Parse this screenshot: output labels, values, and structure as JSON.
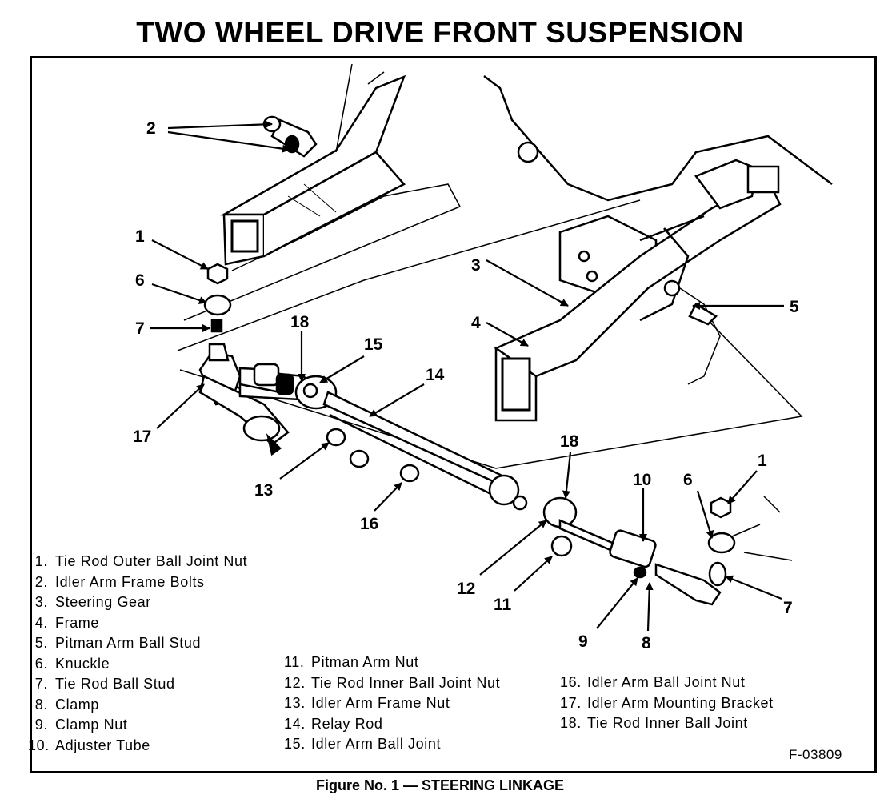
{
  "title": "TWO WHEEL DRIVE FRONT SUSPENSION",
  "figure_number": "F-03809",
  "caption": "Figure No. 1 — STEERING LINKAGE",
  "callouts": {
    "c1a": "1",
    "c2": "2",
    "c3": "3",
    "c4": "4",
    "c5": "5",
    "c6a": "6",
    "c7a": "7",
    "c18a": "18",
    "c15": "15",
    "c14": "14",
    "c17": "17",
    "c13": "13",
    "c16": "16",
    "c18b": "18",
    "c10": "10",
    "c6b": "6",
    "c1b": "1",
    "c12": "12",
    "c11": "11",
    "c7b": "7",
    "c9": "9",
    "c8": "8"
  },
  "legend": {
    "col1": [
      {
        "num": "1.",
        "label": "Tie Rod Outer Ball Joint Nut"
      },
      {
        "num": "2.",
        "label": "Idler Arm Frame Bolts"
      },
      {
        "num": "3.",
        "label": "Steering Gear"
      },
      {
        "num": "4.",
        "label": "Frame"
      },
      {
        "num": "5.",
        "label": "Pitman Arm Ball Stud"
      },
      {
        "num": "6.",
        "label": "Knuckle"
      },
      {
        "num": "7.",
        "label": "Tie Rod Ball Stud"
      },
      {
        "num": "8.",
        "label": "Clamp"
      },
      {
        "num": "9.",
        "label": "Clamp Nut"
      },
      {
        "num": "10.",
        "label": "Adjuster Tube"
      }
    ],
    "col2": [
      {
        "num": "11.",
        "label": "Pitman Arm Nut"
      },
      {
        "num": "12.",
        "label": "Tie Rod Inner Ball Joint Nut"
      },
      {
        "num": "13.",
        "label": "Idler Arm Frame Nut"
      },
      {
        "num": "14.",
        "label": "Relay Rod"
      },
      {
        "num": "15.",
        "label": "Idler Arm Ball Joint"
      }
    ],
    "col3": [
      {
        "num": "16.",
        "label": "Idler Arm Ball Joint Nut"
      },
      {
        "num": "17.",
        "label": "Idler Arm Mounting Bracket"
      },
      {
        "num": "18.",
        "label": "Tie Rod Inner Ball Joint"
      }
    ]
  }
}
